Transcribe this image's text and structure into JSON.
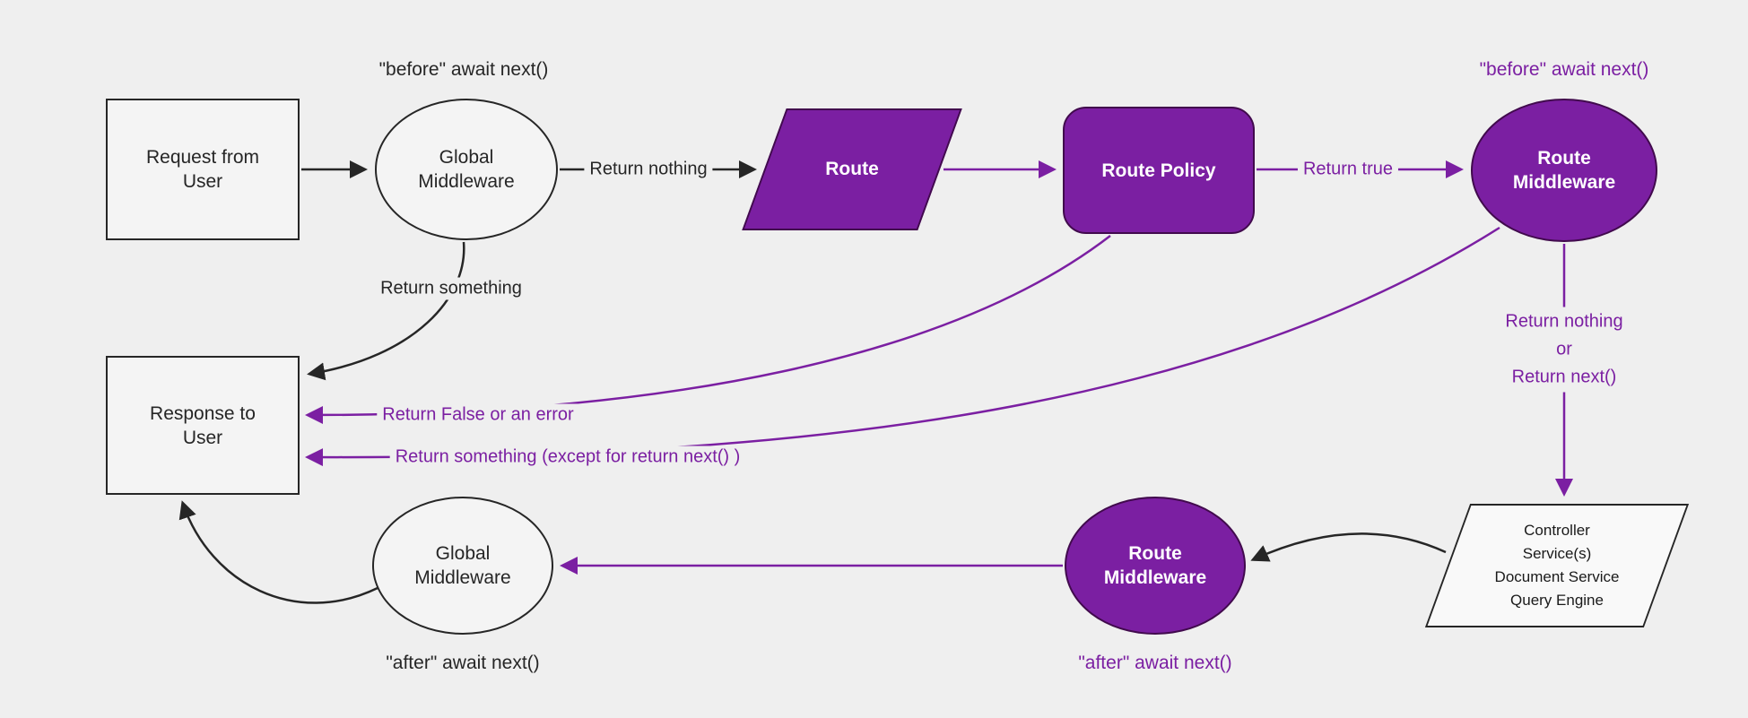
{
  "colors": {
    "bg": "#efefef",
    "ink": "#262626",
    "purple": "#7b1fa2",
    "purpleDark": "#410a4d",
    "nodeFill": "#f4f4f4"
  },
  "nodes": {
    "request": {
      "lines": [
        "Request from",
        "User"
      ]
    },
    "global_mw_top": {
      "lines": [
        "Global",
        "Middleware"
      ]
    },
    "route": {
      "label": "Route"
    },
    "route_policy": {
      "label": "Route Policy"
    },
    "route_mw_top": {
      "lines": [
        "Route",
        "Middleware"
      ]
    },
    "io": {
      "lines": [
        "Controller",
        "Service(s)",
        "Document Service",
        "Query Engine"
      ]
    },
    "route_mw_bottom": {
      "lines": [
        "Route",
        "Middleware"
      ]
    },
    "global_mw_bottom": {
      "lines": [
        "Global",
        "Middleware"
      ]
    },
    "response": {
      "lines": [
        "Response to",
        "User"
      ]
    }
  },
  "annotations": {
    "before_global": "\"before\" await next()",
    "before_route_mw": "\"before\" await next()",
    "after_route_mw": "\"after\" await next()",
    "after_global": "\"after\" await next()"
  },
  "edge_labels": {
    "return_nothing": "Return nothing",
    "return_true": "Return true",
    "return_nothing_or": [
      "Return nothing",
      "or",
      "Return next()"
    ],
    "return_something": "Return something",
    "return_false": "Return False or an error",
    "return_something_except": "Return something (except for return next() )"
  }
}
